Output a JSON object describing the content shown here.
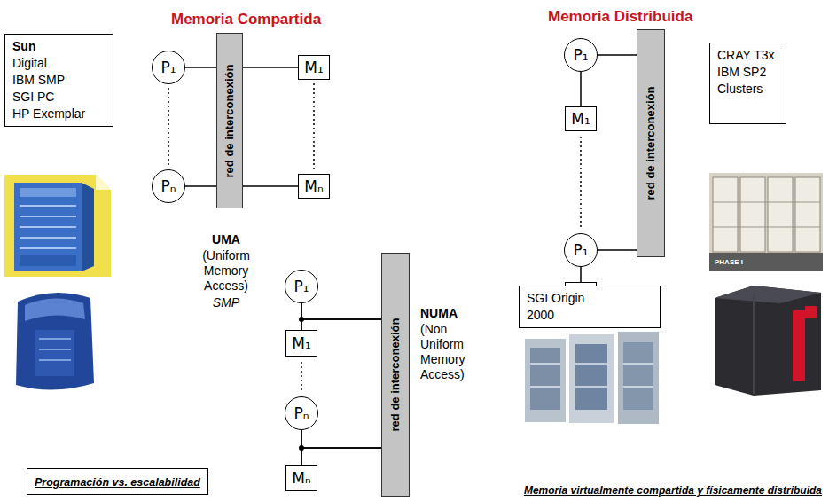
{
  "diagram": {
    "nodes": [
      {
        "text": [
          "Sun",
          "Digital",
          "IBM SMP",
          "SGI PC",
          "HP Exemplar"
        ]
      },
      {
        "text": [
          "P₁"
        ]
      },
      {
        "text": [
          "red de interconexión"
        ]
      },
      {
        "text": [
          "M₁"
        ]
      },
      {
        "text": [
          "Pₙ"
        ]
      },
      {
        "text": [
          "Mₙ"
        ]
      },
      {
        "text": [
          "P₁"
        ]
      },
      {
        "text": [
          "M₁"
        ]
      },
      {
        "text": [
          "red de interconexión"
        ]
      },
      {
        "text": [
          "P₁"
        ]
      },
      {
        "text": [
          "M₁"
        ]
      },
      {
        "text": [
          "CRAY T3x",
          "IBM SP2",
          "Clusters"
        ]
      },
      {
        "text": [
          "P₁"
        ]
      },
      {
        "text": [
          "M₁"
        ]
      },
      {
        "text": [
          "red de interconexión"
        ]
      },
      {
        "text": [
          "Pₙ"
        ]
      },
      {
        "text": [
          "Mₙ"
        ]
      },
      {
        "text": [
          "SGI Origin 2000"
        ]
      },
      {
        "text": [
          "Programación vs. escalabilidad"
        ]
      }
    ],
    "edges": [
      {
        "from": 1,
        "to": 2,
        "arrow": "none"
      },
      {
        "from": 4,
        "to": 2,
        "arrow": "none"
      },
      {
        "from": 2,
        "to": 3,
        "arrow": "none"
      },
      {
        "from": 2,
        "to": 5,
        "arrow": "none"
      },
      {
        "from": 6,
        "to": 8,
        "arrow": "none"
      },
      {
        "from": 6,
        "to": 7,
        "arrow": "none"
      },
      {
        "from": 9,
        "to": 8,
        "arrow": "none"
      },
      {
        "from": 9,
        "to": 10,
        "arrow": "none"
      },
      {
        "from": 12,
        "to": 13,
        "arrow": "none"
      },
      {
        "from": 12,
        "to": 14,
        "arrow": "none"
      },
      {
        "from": 13,
        "to": 14,
        "arrow": "none"
      },
      {
        "from": 15,
        "to": 16,
        "arrow": "none"
      },
      {
        "from": 15,
        "to": 14,
        "arrow": "none"
      },
      {
        "from": 16,
        "to": 14,
        "arrow": "none"
      }
    ],
    "labels": [
      "Memoria Compartida",
      "Memoria Distribuida",
      "UMA",
      "(Uniform Memory Access)",
      "SMP",
      "NUMA",
      "(Non Uniform Memory Access)",
      "PHASE I",
      "Memoria virtualmente compartida y físicamente distribuida"
    ]
  }
}
